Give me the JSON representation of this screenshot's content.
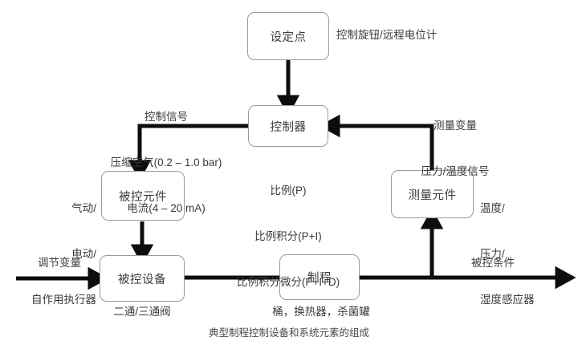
{
  "diagram": {
    "caption": "典型制程控制设备和系统元素的组成",
    "colors": {
      "line": "#0d0d0d",
      "box_border": "#9a9a9a",
      "text": "#3b3b3b",
      "background": "#ffffff"
    },
    "nodes": {
      "setpoint": "设定点",
      "controller": "控制器",
      "controlled_element": "被控元件",
      "controlled_equipment": "被控设备",
      "process": "制程",
      "measuring_element": "测量元件"
    },
    "annotations": {
      "setpoint_note": "控制旋钮/远程电位计",
      "control_signal_line1": "控制信号",
      "control_signal_line2": "压缩空气(0.2 – 1.0 bar)",
      "control_signal_line3": "电流(4 – 20 mA)",
      "measured_variable_line1": "测量变量",
      "measured_variable_line2": "压力/温度信号",
      "controller_modes_line1": "比例(P)",
      "controller_modes_line2": "比例积分(P+I)",
      "controller_modes_line3": "比例积分微分(P+I+D)",
      "actuator_line1": "气动/",
      "actuator_line2": "电动/",
      "actuator_line3": "自作用执行器",
      "sensor_line1": "温度/",
      "sensor_line2": "压力/",
      "sensor_line3": "湿度感应器",
      "valve_note": "二通/三通阀",
      "process_note": "桶，换热器，杀菌罐",
      "manipulated_variable": "调节变量",
      "controlled_condition": "被控条件"
    }
  }
}
